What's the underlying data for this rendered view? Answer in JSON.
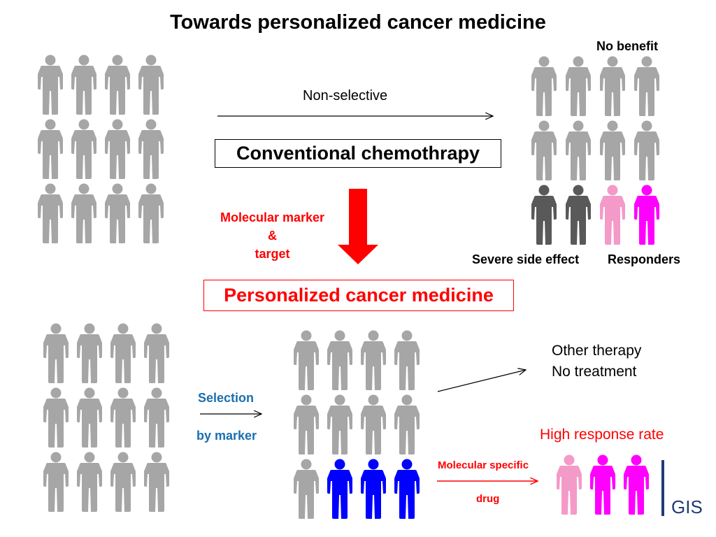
{
  "title": "Towards personalized cancer medicine",
  "top": {
    "arrow_label": "Non-selective",
    "box_label": "Conventional chemothrapy",
    "no_benefit": "No benefit",
    "severe": "Severe side effect",
    "responders": "Responders"
  },
  "middle": {
    "marker_line1": "Molecular marker",
    "marker_line2": "&",
    "marker_line3": "target",
    "box_label": "Personalized cancer medicine"
  },
  "bottom": {
    "selection": "Selection",
    "by_marker": "by marker",
    "other_therapy": "Other therapy",
    "no_treatment": "No treatment",
    "high_response": "High response rate",
    "molecular_specific": "Molecular specific",
    "drug": "drug"
  },
  "logo": "GIS",
  "colors": {
    "gray": "#a6a6a6",
    "dark": "#595959",
    "pink": "#f49ac8",
    "magenta": "#ff00ff",
    "blue": "#0000ff",
    "red": "#ff0000"
  }
}
